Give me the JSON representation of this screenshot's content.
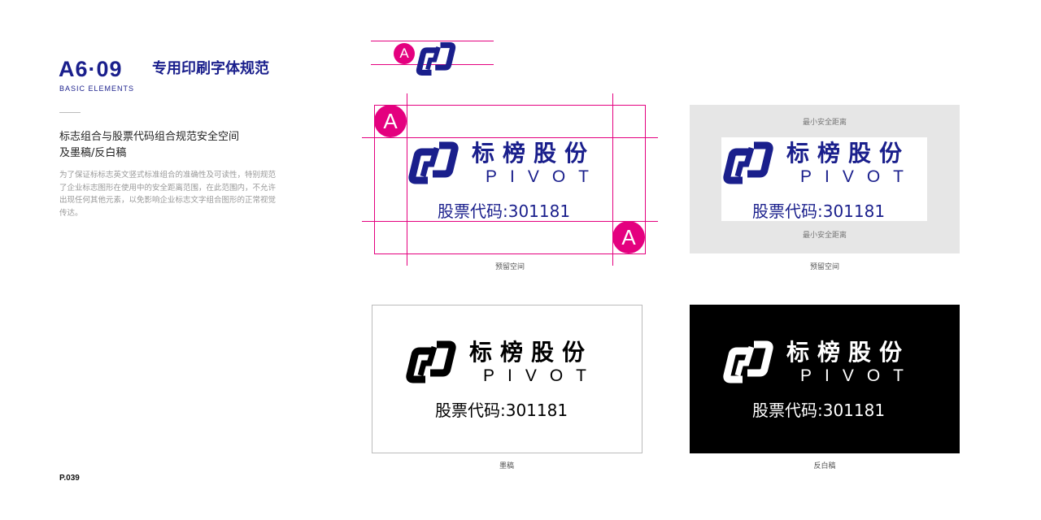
{
  "header": {
    "section_code": "A6·09",
    "section_sub": "BASIC ELEMENTS",
    "title": "专用印刷字体规范"
  },
  "left": {
    "subtitle_line1": "标志组合与股票代码组合规范安全空间",
    "subtitle_line2": "及墨稿/反白稿",
    "description": "为了保证标标志英文竖式标准组合的准确性及可读性，特别规范了企业标志图形在使用中的安全距离范围，在此范围内，不允许出现任何其他元素，以免影响企业标志文字组合图形的正常视觉传达。"
  },
  "logo": {
    "name_cn": "标榜股份",
    "name_en": "PIVOT",
    "stock_code": "股票代码:301181",
    "mark_icon": "pivot-logo-mark-icon"
  },
  "marker_label": "A",
  "panels": {
    "reserved_space_caption": "预留空间",
    "min_distance_label": "最小安全距离",
    "ink_caption": "墨稿",
    "reverse_caption": "反白稿"
  },
  "colors": {
    "brand_navy": "#1a1f8c",
    "guide_magenta": "#e4007f",
    "gray_panel": "#e6e6e6",
    "black": "#000000"
  },
  "footer": {
    "page_number": "P.039"
  }
}
